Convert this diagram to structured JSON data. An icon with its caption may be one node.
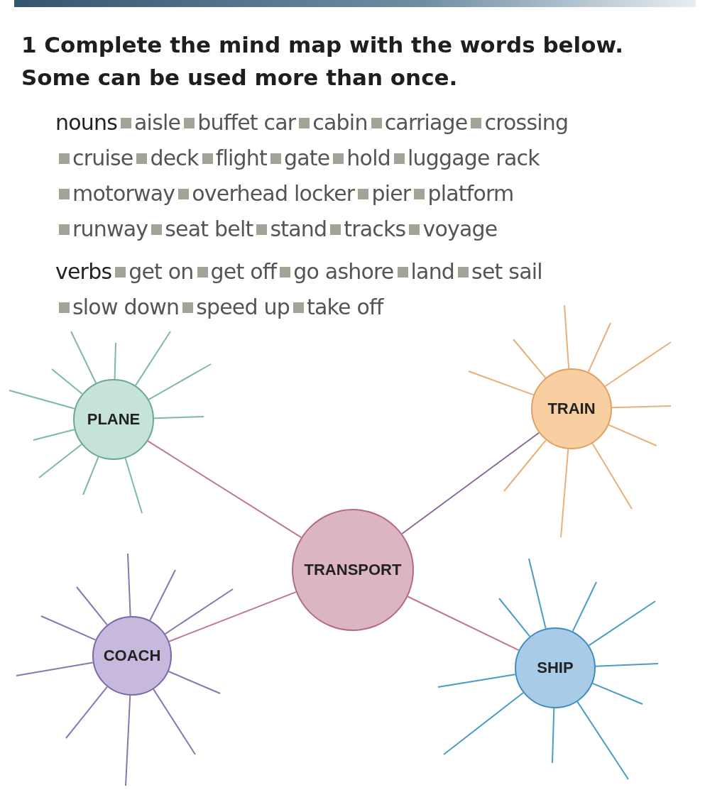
{
  "diagram": {
    "title": "1 Complete the mind map with the words below. Some can be used more than once.",
    "nodes": [
      {
        "text": [
          "PLANE"
        ]
      },
      {
        "text": [
          "TRAIN"
        ]
      },
      {
        "text": [
          "TRANSPORT"
        ]
      },
      {
        "text": [
          "COACH"
        ]
      },
      {
        "text": [
          "SHIP"
        ]
      }
    ],
    "edges": [
      {
        "from": 2,
        "to": 0,
        "arrow": "none",
        "color": "#c07888"
      },
      {
        "from": 2,
        "to": 1,
        "arrow": "none",
        "color": "#8a6a98"
      },
      {
        "from": 2,
        "to": 3,
        "arrow": "none",
        "color": "#c07888"
      },
      {
        "from": 2,
        "to": 4,
        "arrow": "none",
        "color": "#c07888"
      },
      {
        "from": 0,
        "to": null,
        "arrow": "none",
        "color": "#7fb8a8"
      },
      {
        "from": 0,
        "to": null,
        "arrow": "none",
        "color": "#7fb8a8"
      },
      {
        "from": 0,
        "to": null,
        "arrow": "none",
        "color": "#7fb8a8"
      },
      {
        "from": 0,
        "to": null,
        "arrow": "none",
        "color": "#7fb8a8"
      },
      {
        "from": 0,
        "to": null,
        "arrow": "none",
        "color": "#7fb8a8"
      },
      {
        "from": 0,
        "to": null,
        "arrow": "none",
        "color": "#7fb8a8"
      },
      {
        "from": 0,
        "to": null,
        "arrow": "none",
        "color": "#7fb8a8"
      },
      {
        "from": 0,
        "to": null,
        "arrow": "none",
        "color": "#7fb8a8"
      },
      {
        "from": 0,
        "to": null,
        "arrow": "none",
        "color": "#7fb8a8"
      },
      {
        "from": 0,
        "to": null,
        "arrow": "none",
        "color": "#7fb8a8"
      },
      {
        "from": 0,
        "to": null,
        "arrow": "none",
        "color": "#7fb8a8"
      },
      {
        "from": 1,
        "to": null,
        "arrow": "none",
        "color": "#e8b078"
      },
      {
        "from": 1,
        "to": null,
        "arrow": "none",
        "color": "#e8b078"
      },
      {
        "from": 1,
        "to": null,
        "arrow": "none",
        "color": "#e8b078"
      },
      {
        "from": 1,
        "to": null,
        "arrow": "none",
        "color": "#e8b078"
      },
      {
        "from": 1,
        "to": null,
        "arrow": "none",
        "color": "#e8b078"
      },
      {
        "from": 1,
        "to": null,
        "arrow": "none",
        "color": "#e8b078"
      },
      {
        "from": 1,
        "to": null,
        "arrow": "none",
        "color": "#e8b078"
      },
      {
        "from": 1,
        "to": null,
        "arrow": "none",
        "color": "#e8b078"
      },
      {
        "from": 1,
        "to": null,
        "arrow": "none",
        "color": "#e8b078"
      },
      {
        "from": 1,
        "to": null,
        "arrow": "none",
        "color": "#e8b078"
      },
      {
        "from": 3,
        "to": null,
        "arrow": "none",
        "color": "#8878b0"
      },
      {
        "from": 3,
        "to": null,
        "arrow": "none",
        "color": "#8878b0"
      },
      {
        "from": 3,
        "to": null,
        "arrow": "none",
        "color": "#8878b0"
      },
      {
        "from": 3,
        "to": null,
        "arrow": "none",
        "color": "#8878b0"
      },
      {
        "from": 3,
        "to": null,
        "arrow": "none",
        "color": "#8878b0"
      },
      {
        "from": 3,
        "to": null,
        "arrow": "none",
        "color": "#8878b0"
      },
      {
        "from": 3,
        "to": null,
        "arrow": "none",
        "color": "#8878b0"
      },
      {
        "from": 3,
        "to": null,
        "arrow": "none",
        "color": "#8878b0"
      },
      {
        "from": 3,
        "to": null,
        "arrow": "none",
        "color": "#8878b0"
      },
      {
        "from": 3,
        "to": null,
        "arrow": "none",
        "color": "#8878b0"
      },
      {
        "from": 4,
        "to": null,
        "arrow": "none",
        "color": "#4a9cc8"
      },
      {
        "from": 4,
        "to": null,
        "arrow": "none",
        "color": "#4a9cc8"
      },
      {
        "from": 4,
        "to": null,
        "arrow": "none",
        "color": "#4a9cc8"
      },
      {
        "from": 4,
        "to": null,
        "arrow": "none",
        "color": "#4a9cc8"
      },
      {
        "from": 4,
        "to": null,
        "arrow": "none",
        "color": "#4a9cc8"
      },
      {
        "from": 4,
        "to": null,
        "arrow": "none",
        "color": "#4a9cc8"
      },
      {
        "from": 4,
        "to": null,
        "arrow": "none",
        "color": "#4a9cc8"
      },
      {
        "from": 4,
        "to": null,
        "arrow": "none",
        "color": "#4a9cc8"
      },
      {
        "from": 4,
        "to": null,
        "arrow": "none",
        "color": "#4a9cc8"
      },
      {
        "from": 4,
        "to": null,
        "arrow": "none",
        "color": "#4a9cc8"
      }
    ],
    "labels": [
      "nouns",
      "aisle",
      "buffet car",
      "cabin",
      "carriage",
      "crossing",
      "cruise",
      "deck",
      "flight",
      "gate",
      "hold",
      "luggage rack",
      "motorway",
      "overhead locker",
      "pier",
      "platform",
      "runway",
      "seat belt",
      "stand",
      "tracks",
      "voyage",
      "verbs",
      "get on",
      "get off",
      "go ashore",
      "land",
      "set sail",
      "slow down",
      "speed up",
      "take off"
    ]
  }
}
